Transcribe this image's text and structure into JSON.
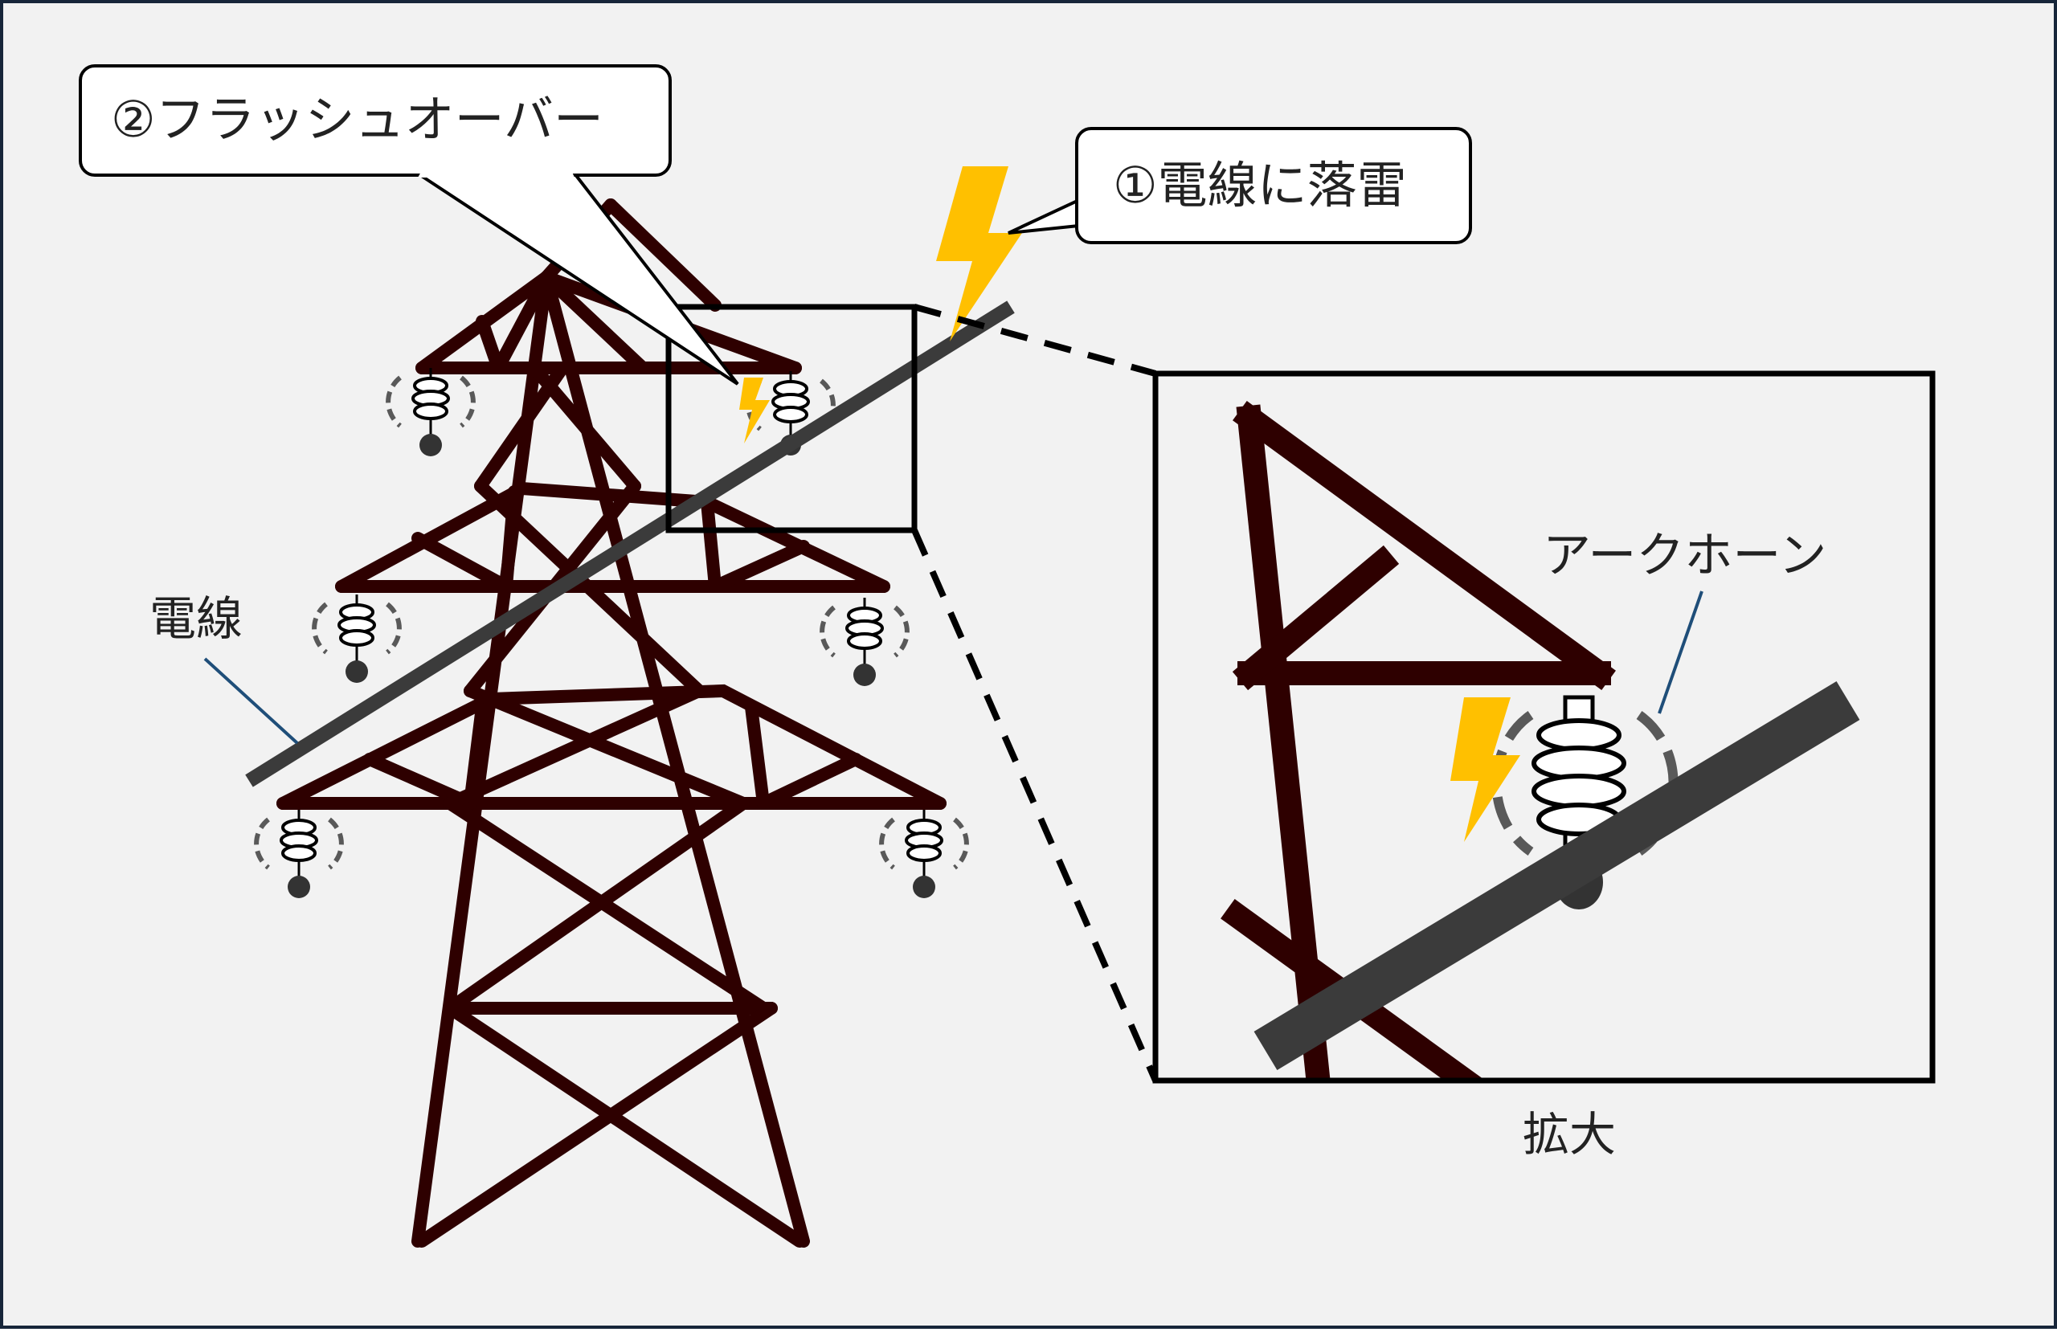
{
  "callouts": {
    "lightning_strike": "①電線に落雷",
    "flashover": "②フラッシュオーバー"
  },
  "labels": {
    "wire": "電線",
    "arc_horn": "アークホーン",
    "zoom": "拡大"
  },
  "colors": {
    "background": "#f2f2f2",
    "frame": "#17263a",
    "tower": "#2e0000",
    "wire": "#3b3b3b",
    "lightning": "#ffc000",
    "leader_line": "#1f4e79",
    "arc_horn": "#595959"
  }
}
